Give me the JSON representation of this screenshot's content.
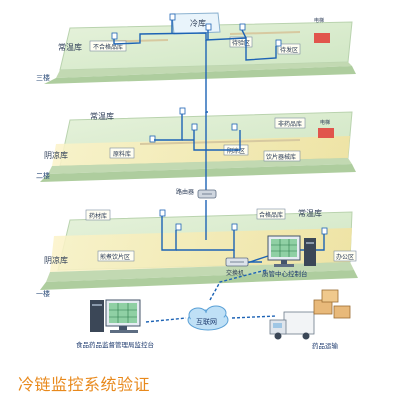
{
  "diagram": {
    "floor3": {
      "floor_label": "三楼",
      "areas": {
        "cold_storage": "冷库",
        "normal_temp": "常温库",
        "unqualified": "不合格品库",
        "pending_check": "待验区",
        "pending_ship": "待发区",
        "elevator": "电梯"
      }
    },
    "floor2": {
      "floor_label": "二楼",
      "areas": {
        "normal_temp": "常温库",
        "shaded": "阴凉库",
        "non_drug": "非药品库",
        "raw_material": "原料库",
        "shaded_zone": "阴凉区",
        "herbal": "饮片器械库",
        "elevator": "电梯"
      }
    },
    "floor1": {
      "floor_label": "一楼",
      "areas": {
        "material": "药材库",
        "qualified": "合格品库",
        "normal_temp": "常温库",
        "shaded": "阴凉库",
        "decoction": "煎煮饮片区",
        "office": "办公区"
      }
    },
    "devices": {
      "router": "路由器",
      "switch": "交换机",
      "control_room": "质管中心控制台",
      "internet": "互联网",
      "regulator": "食品药品监督管理局监控台",
      "transport": "药品运输"
    }
  },
  "caption": "冷链监控系统验证",
  "colors": {
    "caption": "#e8891c",
    "network_line": "#1d63b5",
    "floor_top": "#dbeecf",
    "floor_band": "#f7edb8"
  }
}
